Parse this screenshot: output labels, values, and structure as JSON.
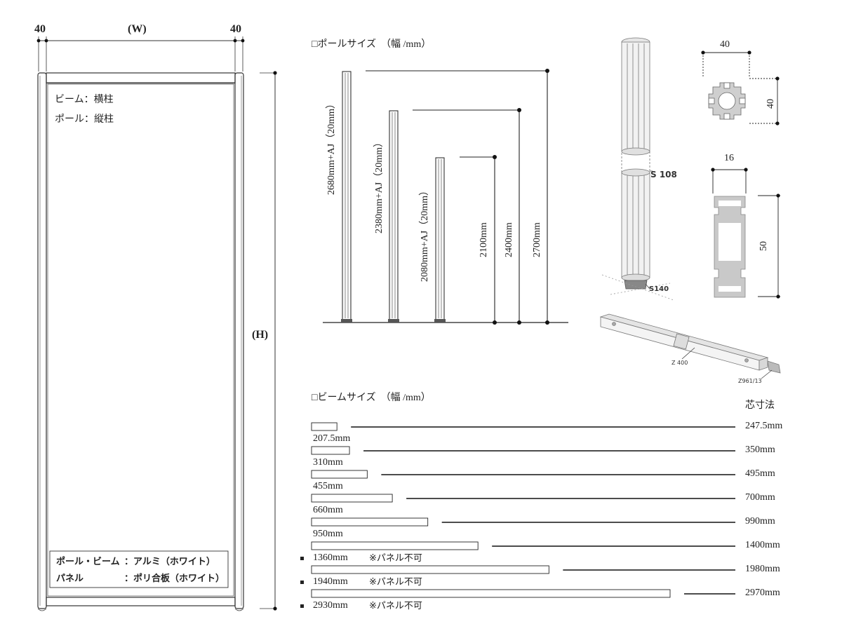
{
  "frame": {
    "left_post_width": "40",
    "width_label": "(W)",
    "right_post_width": "40",
    "height_label": "(H)",
    "legend_lines": [
      "ビーム：横柱",
      "ポール：縦柱"
    ],
    "material_lines": [
      {
        "part": "ポール・ビーム",
        "material": "：アルミ（ホワイト）"
      },
      {
        "part": "パネル",
        "material": "：ポリ合板（ホワイト）"
      }
    ]
  },
  "pole_section": {
    "title": "□ポールサイズ　（幅 /mm）",
    "poles": [
      {
        "length_label": "2680mm+AJ（20mm）",
        "total_height": "2700mm"
      },
      {
        "length_label": "2380mm+AJ（20mm）",
        "total_height": "2400mm"
      },
      {
        "length_label": "2080mm+AJ（20mm）",
        "total_height": "2100mm"
      }
    ]
  },
  "profiles": {
    "pole_profile": {
      "width": "40",
      "depth": "40"
    },
    "beam_profile": {
      "width": "16",
      "height": "50"
    },
    "part_labels": {
      "connector": "S 108",
      "foot": "S140",
      "beam": "Z 400",
      "end_cap": "Z961/13"
    }
  },
  "beam_section": {
    "title": "□ビームサイズ　（幅 /mm）",
    "center_header": "芯寸法",
    "beams": [
      {
        "length": "207.5mm",
        "note": "",
        "center": "247.5mm",
        "rel_length": 207.5
      },
      {
        "length": "310mm",
        "note": "",
        "center": "350mm",
        "rel_length": 310
      },
      {
        "length": "455mm",
        "note": "",
        "center": "495mm",
        "rel_length": 455
      },
      {
        "length": "660mm",
        "note": "",
        "center": "700mm",
        "rel_length": 660
      },
      {
        "length": "950mm",
        "note": "",
        "center": "990mm",
        "rel_length": 950
      },
      {
        "length": "1360mm",
        "note": "※パネル不可",
        "center": "1400mm",
        "rel_length": 1360
      },
      {
        "length": "1940mm",
        "note": "※パネル不可",
        "center": "1980mm",
        "rel_length": 1940
      },
      {
        "length": "2930mm",
        "note": "※パネル不可",
        "center": "2970mm",
        "rel_length": 2930
      }
    ]
  }
}
